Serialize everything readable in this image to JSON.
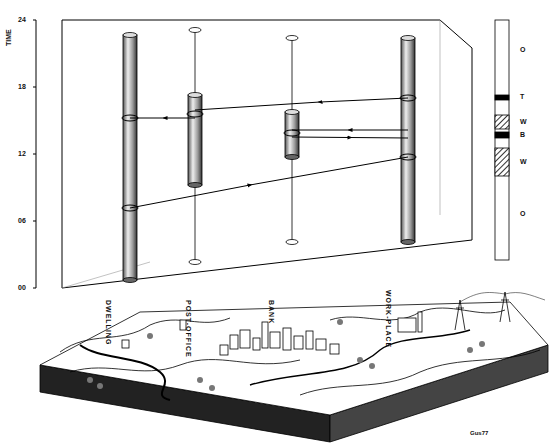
{
  "diagram": {
    "labels": [
      "TIME",
      "24",
      "18",
      "12",
      "06",
      "00",
      "DWELLING",
      "POST-OFFICE",
      "BANK",
      "WORK-PLACE",
      "O",
      "T",
      "W",
      "B",
      "W",
      "O",
      "Gus77"
    ]
  }
}
